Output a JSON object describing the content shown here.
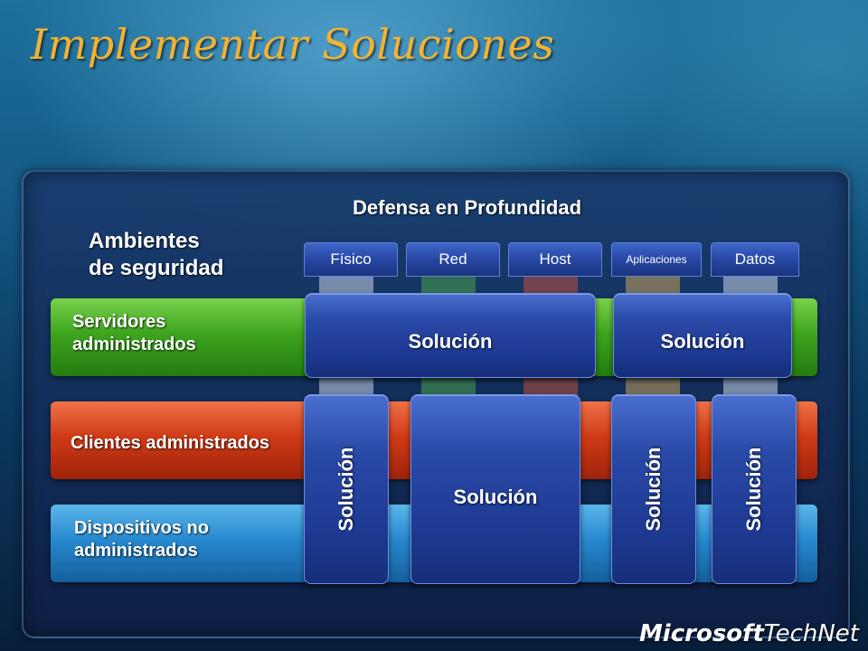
{
  "slide": {
    "title": "Implementar Soluciones"
  },
  "diagram": {
    "heading": "Defensa en Profundidad",
    "environments_title_line1": "Ambientes",
    "environments_title_line2": "de seguridad",
    "columns": [
      "Físico",
      "Red",
      "Host",
      "Aplicaciones",
      "Datos"
    ],
    "column_colors": [
      "#c8d3e6",
      "#4aa04a",
      "#c0503a",
      "#c9a35a",
      "#c8d3e6"
    ],
    "rows": [
      {
        "label_line1": "Servidores",
        "label_line2": "administrados",
        "color": "#3ea51f"
      },
      {
        "label_line1": "Clientes administrados",
        "color": "#cf3b17"
      },
      {
        "label_line1": "Dispositivos no",
        "label_line2": "administrados",
        "color": "#2789cf"
      }
    ],
    "solution_label": "Solución"
  },
  "branding": {
    "logo_text_1": "Microsoft",
    "logo_text_2": "TechNet"
  }
}
